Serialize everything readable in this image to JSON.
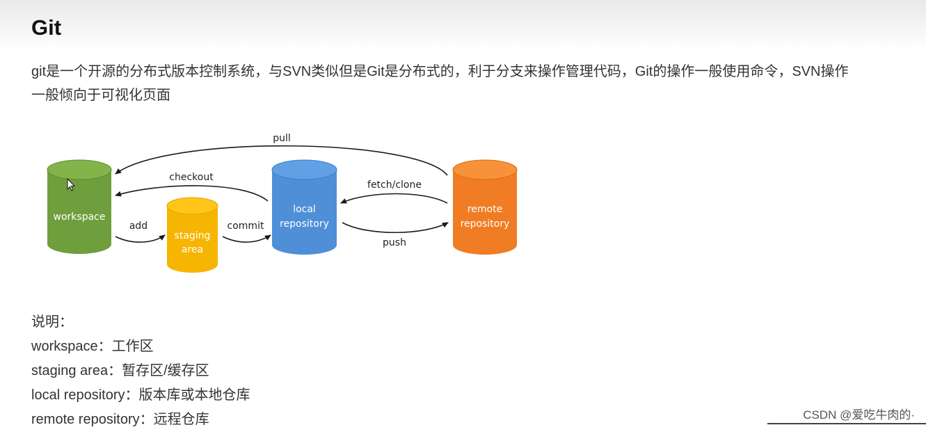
{
  "page": {
    "title": "Git",
    "intro": "git是一个开源的分布式版本控制系统，与SVN类似但是Git是分布式的，利于分支来操作管理代码，Git的操作一般使用命令，SVN操作一般倾向于可视化页面"
  },
  "diagram": {
    "nodes": {
      "workspace": {
        "label": "workspace",
        "color": "#6f9f3d"
      },
      "staging": {
        "label_line1": "staging",
        "label_line2": "area",
        "color": "#f6b500"
      },
      "local": {
        "label_line1": "local",
        "label_line2": "repository",
        "color": "#4e8fd8"
      },
      "remote": {
        "label_line1": "remote",
        "label_line2": "repository",
        "color": "#f07d23"
      }
    },
    "edges": {
      "pull": "pull",
      "checkout": "checkout",
      "fetch_clone": "fetch/clone",
      "add": "add",
      "commit": "commit",
      "push": "push"
    }
  },
  "notes": {
    "heading": "说明：",
    "items": [
      {
        "term": "workspace",
        "sep": "：",
        "desc": "工作区"
      },
      {
        "term": "staging area",
        "sep": "：",
        "desc": "暂存区/缓存区"
      },
      {
        "term": "local repository",
        "sep": "：",
        "desc": "版本库或本地仓库"
      },
      {
        "term": "remote repository",
        "sep": "：",
        "desc": "远程仓库"
      }
    ]
  },
  "watermark": "CSDN @爱吃牛肉的·"
}
